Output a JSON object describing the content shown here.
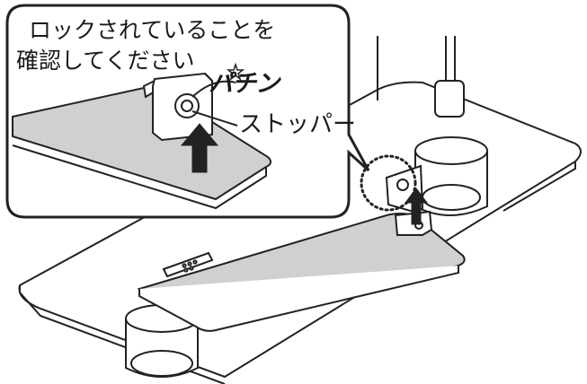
{
  "callout": {
    "instruction_line1": "ロックされていることを",
    "instruction_line2": "確認してください",
    "click_sound": "パチン",
    "stopper_label": "ストッパー"
  }
}
